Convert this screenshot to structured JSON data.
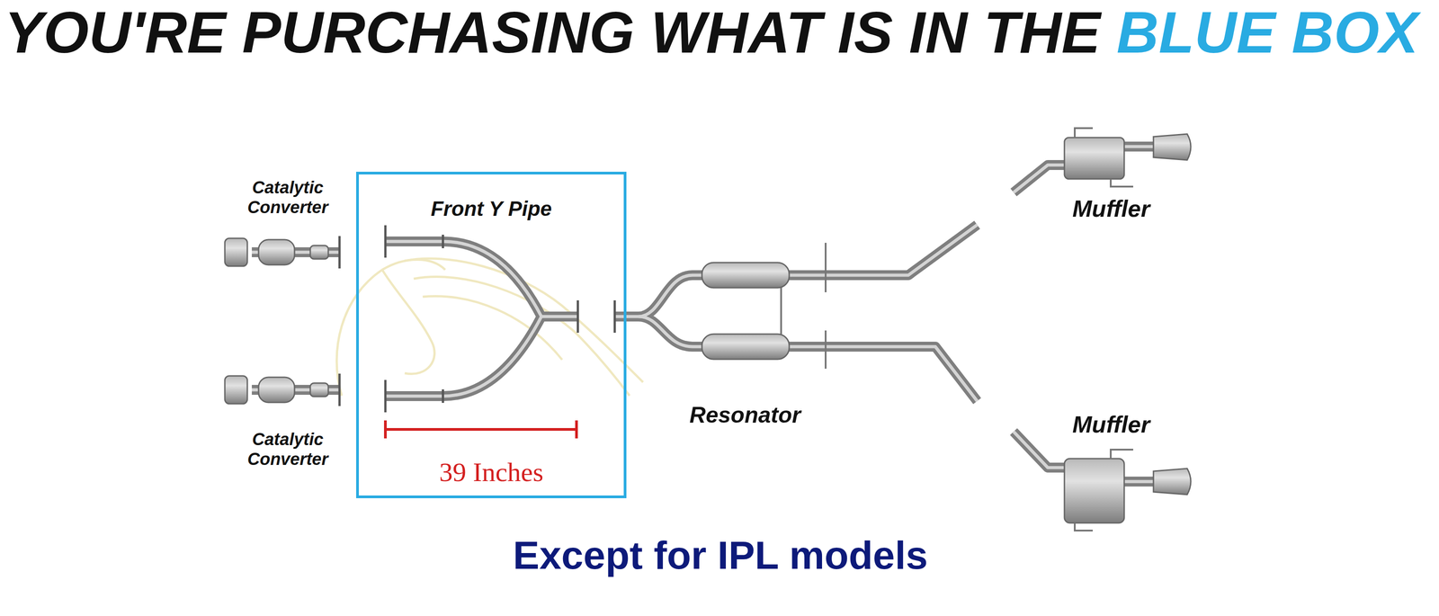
{
  "diagram": {
    "title": "YOU'RE PURCHASING WHAT IS IN THE BLUE BOX",
    "caption": "Except for IPL models",
    "nodes": [
      {
        "text": [
          "Front Y Pipe",
          "39 Inches"
        ]
      }
    ],
    "labels": [
      "Catalytic Converter",
      "Catalytic Converter",
      "Resonator",
      "Muffler",
      "Muffler"
    ]
  }
}
